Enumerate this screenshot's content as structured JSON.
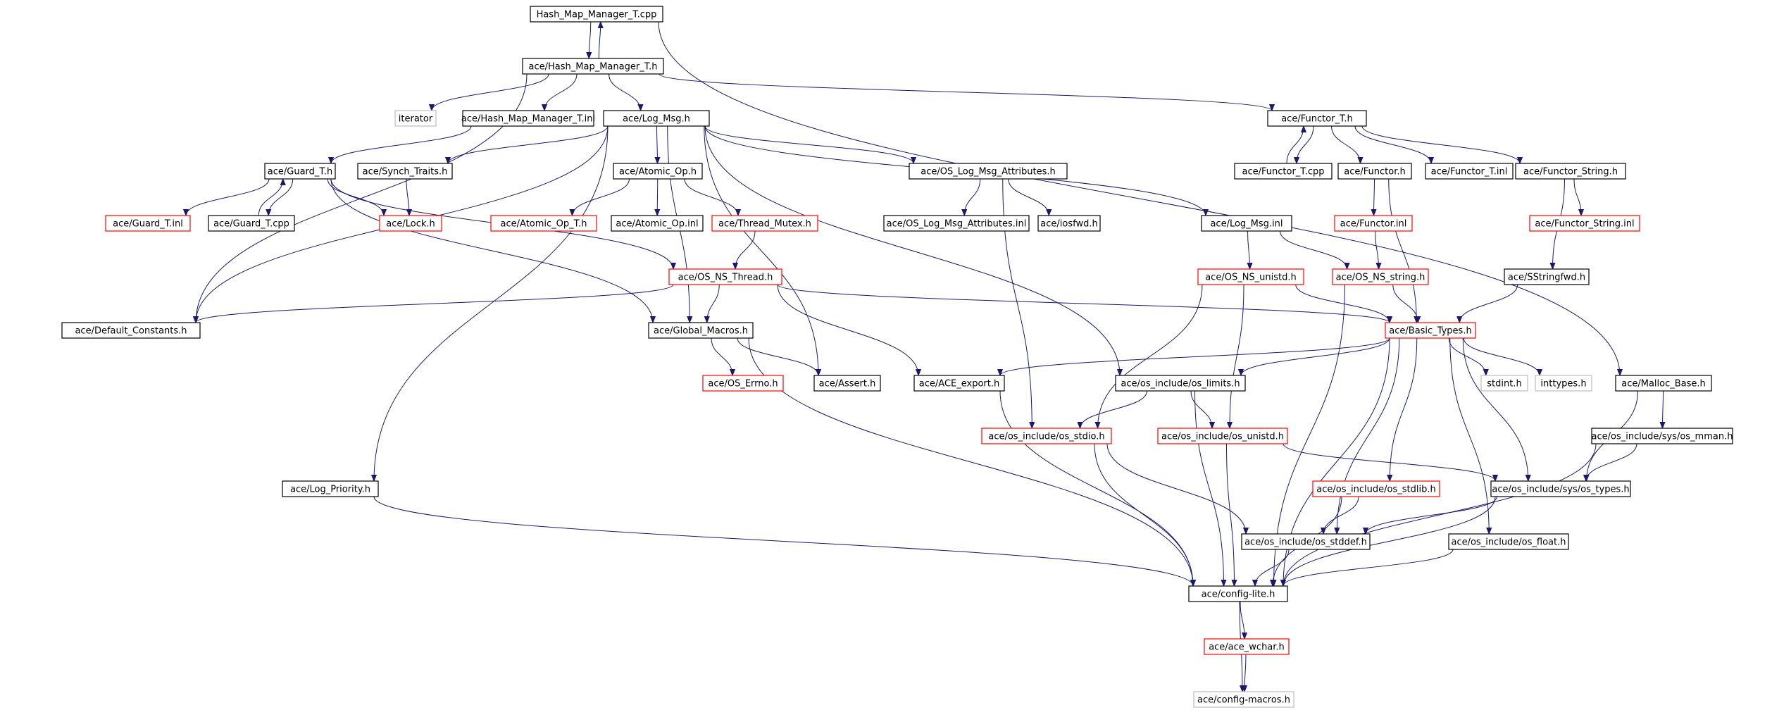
{
  "colors": {
    "edge": "#191970",
    "border_normal": "#000000",
    "border_truncated": "#ff0000",
    "border_unresolved": "#bfbfbf",
    "fill_root": "#bfbfbf",
    "fill_normal": "#ffffff"
  },
  "nodes": [
    {
      "id": "n0",
      "label": "Hash_Map_Manager_T.cpp",
      "kind": "root"
    },
    {
      "id": "n1",
      "label": "ace/Hash_Map_Manager_T.h",
      "kind": "normal"
    },
    {
      "id": "n2",
      "label": "iterator",
      "kind": "unresolved"
    },
    {
      "id": "n3",
      "label": "ace/Hash_Map_Manager_T.inl",
      "kind": "normal"
    },
    {
      "id": "n4",
      "label": "ace/Log_Msg.h",
      "kind": "normal"
    },
    {
      "id": "n5",
      "label": "ace/Functor_T.h",
      "kind": "normal"
    },
    {
      "id": "n6",
      "label": "ace/Guard_T.h",
      "kind": "normal"
    },
    {
      "id": "n7",
      "label": "ace/Synch_Traits.h",
      "kind": "normal"
    },
    {
      "id": "n8",
      "label": "ace/Atomic_Op.h",
      "kind": "normal"
    },
    {
      "id": "n9",
      "label": "ace/OS_Log_Msg_Attributes.h",
      "kind": "normal"
    },
    {
      "id": "n10",
      "label": "ace/Functor_T.cpp",
      "kind": "normal"
    },
    {
      "id": "n11",
      "label": "ace/Functor.h",
      "kind": "normal"
    },
    {
      "id": "n12",
      "label": "ace/Functor_T.inl",
      "kind": "normal"
    },
    {
      "id": "n13",
      "label": "ace/Functor_String.h",
      "kind": "normal"
    },
    {
      "id": "n14",
      "label": "ace/Guard_T.inl",
      "kind": "truncated"
    },
    {
      "id": "n15",
      "label": "ace/Guard_T.cpp",
      "kind": "normal"
    },
    {
      "id": "n16",
      "label": "ace/Lock.h",
      "kind": "truncated"
    },
    {
      "id": "n17",
      "label": "ace/Atomic_Op_T.h",
      "kind": "truncated"
    },
    {
      "id": "n18",
      "label": "ace/Atomic_Op.inl",
      "kind": "normal"
    },
    {
      "id": "n19",
      "label": "ace/Thread_Mutex.h",
      "kind": "truncated"
    },
    {
      "id": "n20",
      "label": "ace/OS_Log_Msg_Attributes.inl",
      "kind": "normal"
    },
    {
      "id": "n21",
      "label": "ace/iosfwd.h",
      "kind": "normal"
    },
    {
      "id": "n22",
      "label": "ace/Log_Msg.inl",
      "kind": "normal"
    },
    {
      "id": "n23",
      "label": "ace/Functor.inl",
      "kind": "truncated"
    },
    {
      "id": "n24",
      "label": "ace/Functor_String.inl",
      "kind": "truncated"
    },
    {
      "id": "n25",
      "label": "ace/OS_NS_Thread.h",
      "kind": "truncated"
    },
    {
      "id": "n26",
      "label": "ace/OS_NS_unistd.h",
      "kind": "truncated"
    },
    {
      "id": "n27",
      "label": "ace/OS_NS_string.h",
      "kind": "truncated"
    },
    {
      "id": "n28",
      "label": "ace/SStringfwd.h",
      "kind": "normal"
    },
    {
      "id": "n29",
      "label": "ace/Default_Constants.h",
      "kind": "normal"
    },
    {
      "id": "n30",
      "label": "ace/Global_Macros.h",
      "kind": "normal"
    },
    {
      "id": "n31",
      "label": "ace/Basic_Types.h",
      "kind": "truncated"
    },
    {
      "id": "n32",
      "label": "ace/OS_Errno.h",
      "kind": "truncated"
    },
    {
      "id": "n33",
      "label": "ace/Assert.h",
      "kind": "normal"
    },
    {
      "id": "n34",
      "label": "ace/ACE_export.h",
      "kind": "normal"
    },
    {
      "id": "n35",
      "label": "ace/os_include/os_limits.h",
      "kind": "normal"
    },
    {
      "id": "n36",
      "label": "stdint.h",
      "kind": "unresolved"
    },
    {
      "id": "n37",
      "label": "inttypes.h",
      "kind": "unresolved"
    },
    {
      "id": "n38",
      "label": "ace/Malloc_Base.h",
      "kind": "normal"
    },
    {
      "id": "n39",
      "label": "ace/os_include/os_stdio.h",
      "kind": "truncated"
    },
    {
      "id": "n40",
      "label": "ace/os_include/os_unistd.h",
      "kind": "truncated"
    },
    {
      "id": "n41",
      "label": "ace/os_include/sys/os_mman.h",
      "kind": "normal"
    },
    {
      "id": "n42",
      "label": "ace/Log_Priority.h",
      "kind": "normal"
    },
    {
      "id": "n43",
      "label": "ace/os_include/os_stdlib.h",
      "kind": "truncated"
    },
    {
      "id": "n44",
      "label": "ace/os_include/sys/os_types.h",
      "kind": "normal"
    },
    {
      "id": "n45",
      "label": "ace/os_include/os_stddef.h",
      "kind": "normal"
    },
    {
      "id": "n46",
      "label": "ace/os_include/os_float.h",
      "kind": "normal"
    },
    {
      "id": "n47",
      "label": "ace/config-lite.h",
      "kind": "normal"
    },
    {
      "id": "n48",
      "label": "ace/ace_wchar.h",
      "kind": "truncated"
    },
    {
      "id": "n49",
      "label": "ace/config-macros.h",
      "kind": "unresolved"
    }
  ],
  "edges": [
    [
      "n0",
      "n1"
    ],
    [
      "n1",
      "n0"
    ],
    [
      "n0",
      "n38"
    ],
    [
      "n1",
      "n2"
    ],
    [
      "n1",
      "n3"
    ],
    [
      "n1",
      "n4"
    ],
    [
      "n1",
      "n5"
    ],
    [
      "n1",
      "n29"
    ],
    [
      "n3",
      "n6"
    ],
    [
      "n4",
      "n7"
    ],
    [
      "n4",
      "n8"
    ],
    [
      "n4",
      "n9"
    ],
    [
      "n4",
      "n22"
    ],
    [
      "n4",
      "n29"
    ],
    [
      "n4",
      "n30"
    ],
    [
      "n4",
      "n33"
    ],
    [
      "n4",
      "n35"
    ],
    [
      "n4",
      "n42"
    ],
    [
      "n5",
      "n10"
    ],
    [
      "n10",
      "n5"
    ],
    [
      "n5",
      "n11"
    ],
    [
      "n5",
      "n12"
    ],
    [
      "n5",
      "n13"
    ],
    [
      "n6",
      "n14"
    ],
    [
      "n6",
      "n15"
    ],
    [
      "n15",
      "n6"
    ],
    [
      "n6",
      "n16"
    ],
    [
      "n6",
      "n25"
    ],
    [
      "n6",
      "n30"
    ],
    [
      "n7",
      "n16"
    ],
    [
      "n8",
      "n17"
    ],
    [
      "n8",
      "n18"
    ],
    [
      "n8",
      "n19"
    ],
    [
      "n19",
      "n25"
    ],
    [
      "n9",
      "n20"
    ],
    [
      "n9",
      "n21"
    ],
    [
      "n9",
      "n39"
    ],
    [
      "n11",
      "n23"
    ],
    [
      "n11",
      "n31"
    ],
    [
      "n13",
      "n24"
    ],
    [
      "n13",
      "n28"
    ],
    [
      "n22",
      "n26"
    ],
    [
      "n22",
      "n27"
    ],
    [
      "n23",
      "n27"
    ],
    [
      "n25",
      "n29"
    ],
    [
      "n25",
      "n30"
    ],
    [
      "n25",
      "n31"
    ],
    [
      "n25",
      "n34"
    ],
    [
      "n26",
      "n31"
    ],
    [
      "n26",
      "n39"
    ],
    [
      "n26",
      "n40"
    ],
    [
      "n27",
      "n31"
    ],
    [
      "n27",
      "n47"
    ],
    [
      "n28",
      "n31"
    ],
    [
      "n30",
      "n32"
    ],
    [
      "n30",
      "n33"
    ],
    [
      "n30",
      "n47"
    ],
    [
      "n31",
      "n34"
    ],
    [
      "n31",
      "n35"
    ],
    [
      "n31",
      "n36"
    ],
    [
      "n31",
      "n37"
    ],
    [
      "n31",
      "n43"
    ],
    [
      "n31",
      "n44"
    ],
    [
      "n31",
      "n45"
    ],
    [
      "n31",
      "n46"
    ],
    [
      "n31",
      "n47"
    ],
    [
      "n34",
      "n47"
    ],
    [
      "n35",
      "n39"
    ],
    [
      "n35",
      "n40"
    ],
    [
      "n35",
      "n47"
    ],
    [
      "n38",
      "n41"
    ],
    [
      "n38",
      "n44"
    ],
    [
      "n39",
      "n45"
    ],
    [
      "n39",
      "n47"
    ],
    [
      "n40",
      "n44"
    ],
    [
      "n40",
      "n47"
    ],
    [
      "n41",
      "n44"
    ],
    [
      "n41",
      "n47"
    ],
    [
      "n42",
      "n47"
    ],
    [
      "n43",
      "n45"
    ],
    [
      "n43",
      "n47"
    ],
    [
      "n44",
      "n45"
    ],
    [
      "n44",
      "n47"
    ],
    [
      "n45",
      "n47"
    ],
    [
      "n46",
      "n47"
    ],
    [
      "n47",
      "n48"
    ],
    [
      "n47",
      "n49"
    ],
    [
      "n48",
      "n49"
    ]
  ]
}
